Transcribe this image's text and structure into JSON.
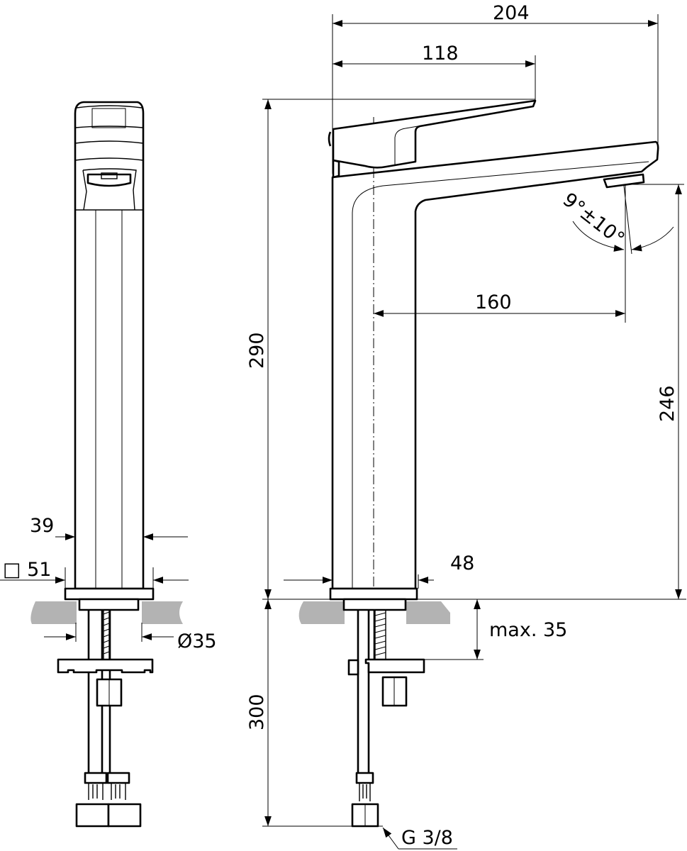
{
  "dimensions": {
    "overall_reach": "204",
    "lever_reach": "118",
    "spout_reach": "160",
    "total_height": "290",
    "spout_height": "246",
    "body_width_front": "39",
    "base_square": "□ 51",
    "hole_diameter": "Ø35",
    "body_width_side": "48",
    "max_counter_thickness": "max. 35",
    "hose_length": "300",
    "connection_thread": "G 3/8",
    "spout_angle": "9°±10°"
  },
  "colors": {
    "line": "#000000",
    "counter": "#b3b3b3"
  }
}
